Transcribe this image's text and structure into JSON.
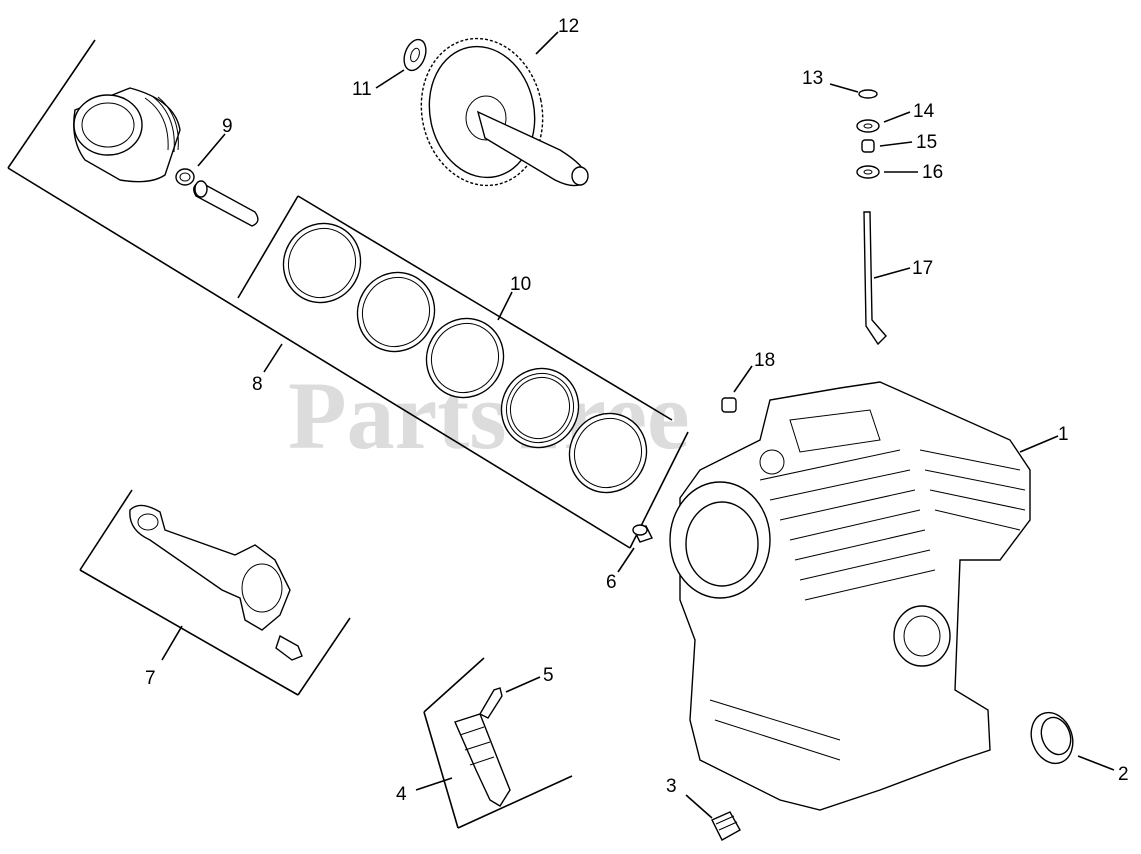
{
  "watermark": "PartsTree",
  "callouts": {
    "c1": "1",
    "c2": "2",
    "c3": "3",
    "c4": "4",
    "c5": "5",
    "c6": "6",
    "c7": "7",
    "c8": "8",
    "c9": "9",
    "c10": "10",
    "c11": "11",
    "c12": "12",
    "c13": "13",
    "c14": "14",
    "c15": "15",
    "c16": "16",
    "c17": "17",
    "c18": "18"
  }
}
